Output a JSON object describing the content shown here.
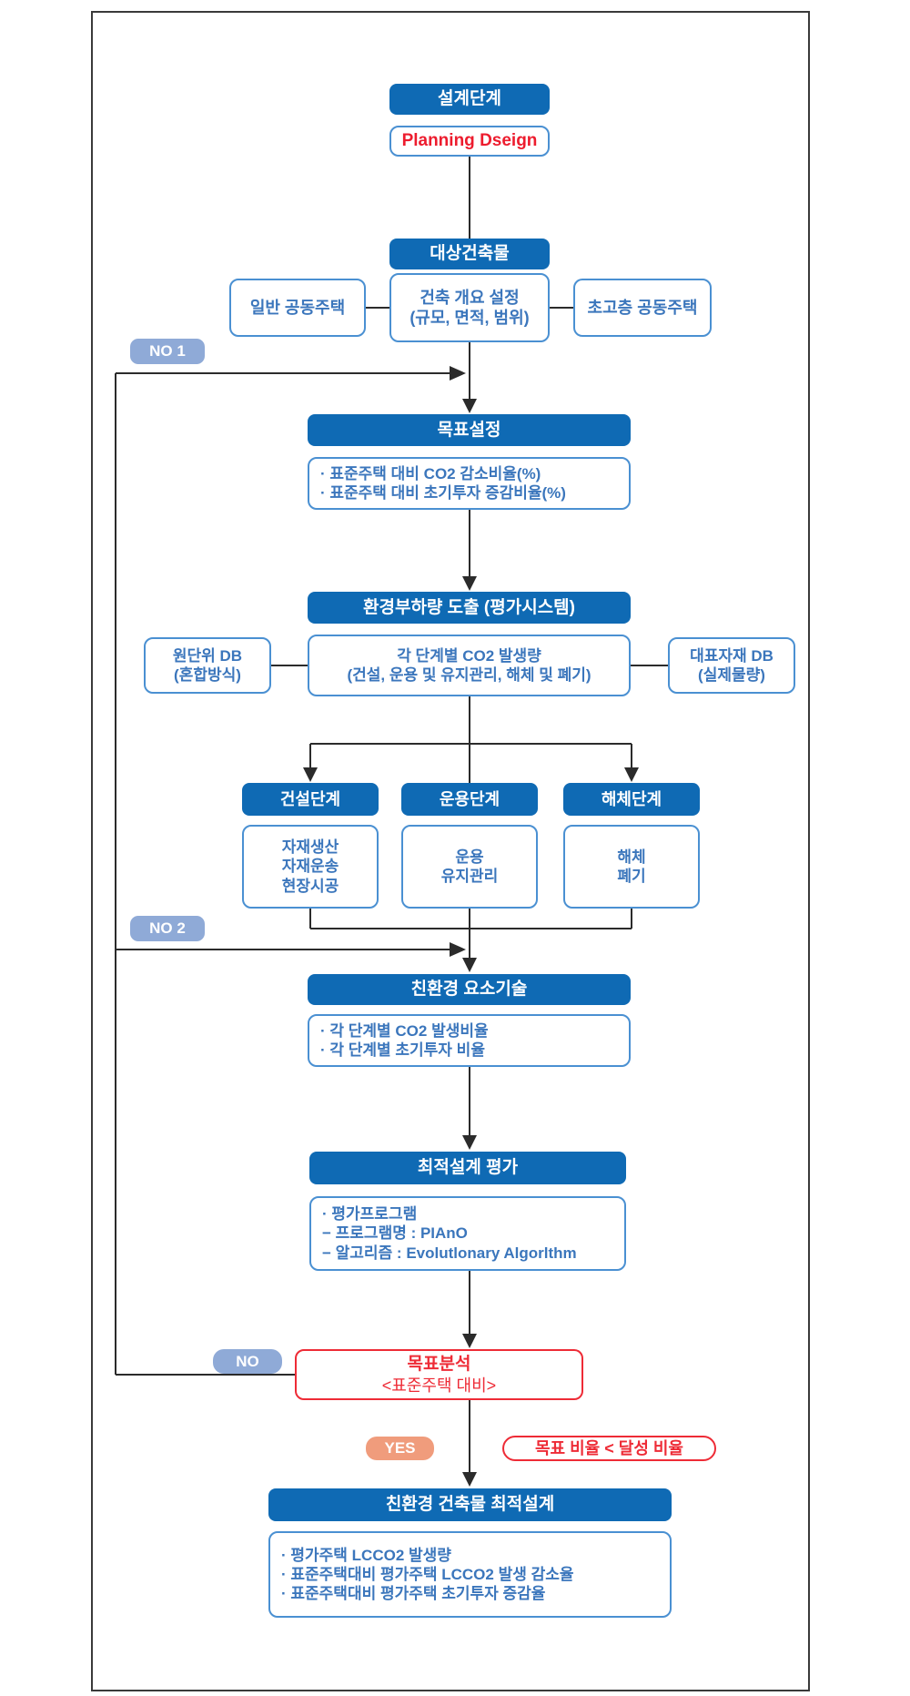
{
  "colors": {
    "primary_bar": "#0f6ab4",
    "box_border": "#4a90d2",
    "blue_text": "#3b76bc",
    "red": "#ee2b36",
    "no_badge": "#8faad7",
    "yes_badge": "#f09c7c",
    "line": "#2b2b2b"
  },
  "flow": {
    "design_stage": "설계단계",
    "planning": "Planning Dseign",
    "target_building": "대상건축물",
    "general_housing": "일반 공동주택",
    "building_overview": {
      "line1": "건축 개요 설정",
      "line2": "(규모, 면적, 범위)"
    },
    "highrise_housing": "초고층 공동주택",
    "no1": "NO 1",
    "goal_setting": {
      "title": "목표설정",
      "items": [
        "· 표준주택 대비 CO2 감소비율(%)",
        "· 표준주택 대비 초기투자 증감비율(%)"
      ]
    },
    "env_load": {
      "title": "환경부하량 도출 (평가시스템)",
      "unit_db": {
        "line1": "원단위 DB",
        "line2": "(혼합방식)"
      },
      "stage_co2": {
        "line1": "각 단계별 CO2 발생량",
        "line2": "(건설, 운용 및 유지관리, 해체 및 폐기)"
      },
      "material_db": {
        "line1": "대표자재 DB",
        "line2": "(실제물량)"
      }
    },
    "stages": {
      "construction": {
        "title": "건설단계",
        "items": [
          "자재생산",
          "자재운송",
          "현장시공"
        ]
      },
      "operation": {
        "title": "운용단계",
        "items": [
          "운용",
          "유지관리"
        ]
      },
      "demolition": {
        "title": "해체단계",
        "items": [
          "해체",
          "폐기"
        ]
      }
    },
    "no2": "NO 2",
    "eco_tech": {
      "title": "친환경 요소기술",
      "items": [
        "· 각 단계별 CO2 발생비율",
        "· 각 단계별 초기투자 비율"
      ]
    },
    "optimal_eval": {
      "title": "최적설계 평가",
      "items": [
        "· 평가프로그램",
        "− 프로그램명 : PIAnO",
        "− 알고리즘 : Evolutlonary Algorlthm"
      ]
    },
    "goal_analysis": {
      "line1": "목표분석",
      "line2": "<표준주택 대비>"
    },
    "no_label": "NO",
    "yes_label": "YES",
    "condition": "목표 비율 < 달성 비율",
    "final": {
      "title": "친환경 건축물 최적설계",
      "items": [
        "· 평가주택 LCCO2 발생량",
        "· 표준주택대비 평가주택 LCCO2 발생 감소율",
        "· 표준주택대비 평가주택 초기투자 증감율"
      ]
    }
  }
}
